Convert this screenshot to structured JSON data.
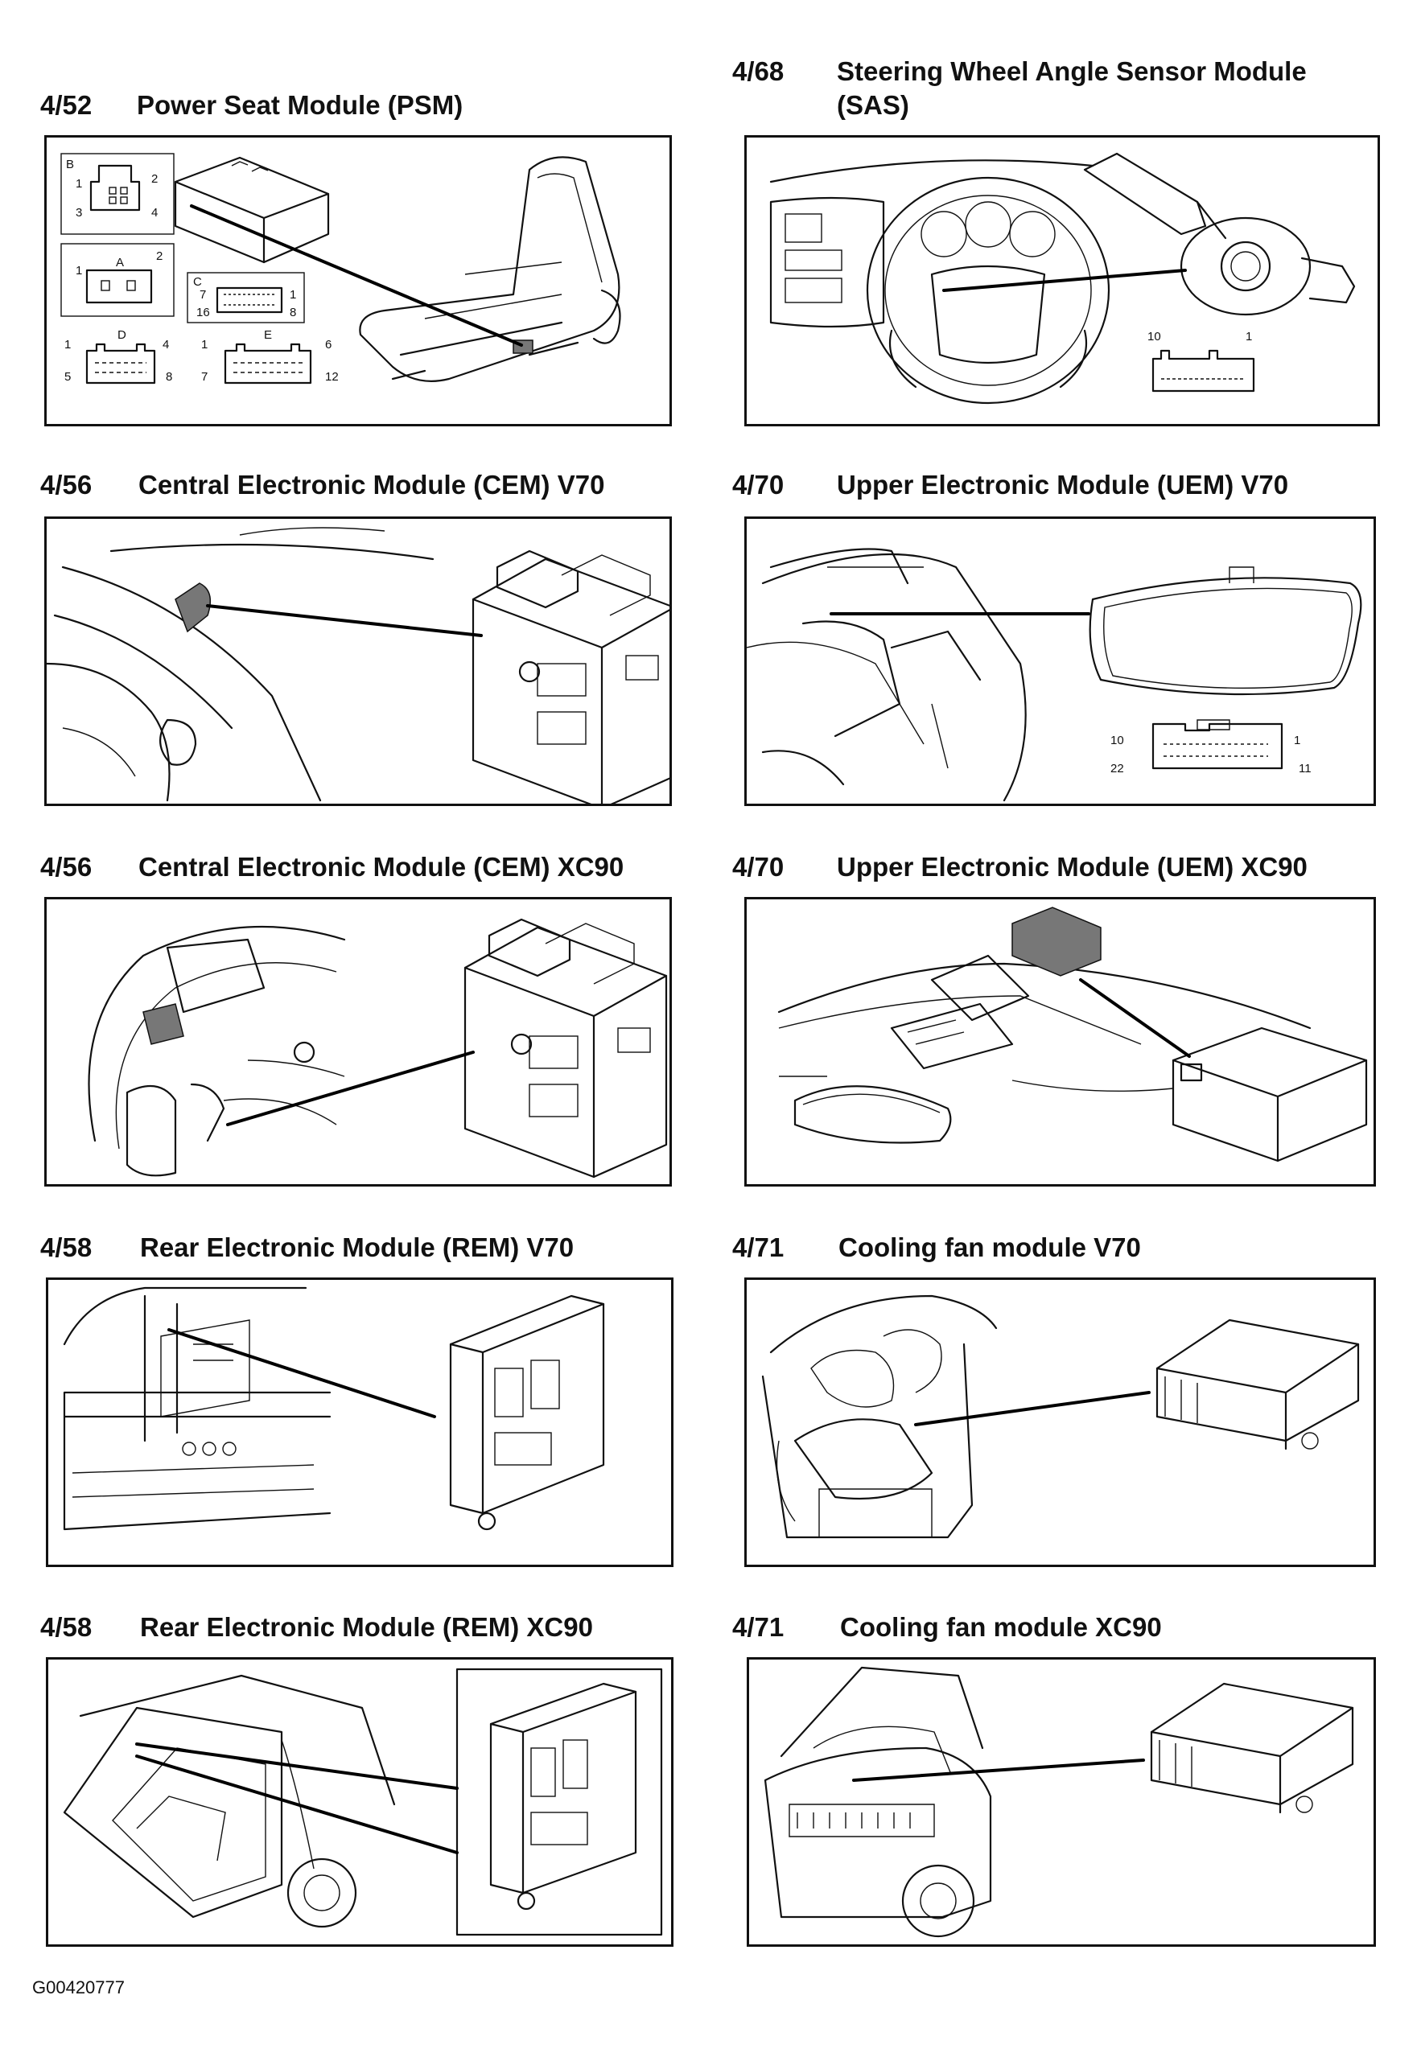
{
  "sections": [
    {
      "num": "4/52",
      "title": "Power Seat Module (PSM)",
      "title2": ""
    },
    {
      "num": "4/68",
      "title": "Steering Wheel Angle Sensor Module",
      "title2": "(SAS)"
    },
    {
      "num": "4/56",
      "title": "Central Electronic Module (CEM) V70",
      "title2": ""
    },
    {
      "num": "4/70",
      "title": "Upper Electronic Module (UEM) V70",
      "title2": ""
    },
    {
      "num": "4/56",
      "title": "Central Electronic Module (CEM) XC90",
      "title2": ""
    },
    {
      "num": "4/70",
      "title": "Upper Electronic Module (UEM) XC90",
      "title2": ""
    },
    {
      "num": "4/58",
      "title": "Rear Electronic Module (REM) V70",
      "title2": ""
    },
    {
      "num": "4/71",
      "title": "Cooling fan module V70",
      "title2": ""
    },
    {
      "num": "4/58",
      "title": "Rear Electronic Module (REM) XC90",
      "title2": ""
    },
    {
      "num": "4/71",
      "title": "Cooling fan module XC90",
      "title2": ""
    }
  ],
  "psm_connectors": {
    "B": {
      "letter": "B",
      "pins": [
        "1",
        "2",
        "3",
        "4"
      ]
    },
    "A": {
      "letter": "A",
      "pins": [
        "1",
        "2"
      ]
    },
    "C": {
      "letter": "C",
      "pins": [
        "7",
        "1",
        "16",
        "8"
      ]
    },
    "D": {
      "letter": "D",
      "pins": [
        "1",
        "4",
        "5",
        "8"
      ]
    },
    "E": {
      "letter": "E",
      "pins": [
        "1",
        "6",
        "7",
        "12"
      ]
    }
  },
  "sas_connector": {
    "pins": [
      "10",
      "1"
    ]
  },
  "uem_connector": {
    "pins": [
      "10",
      "1",
      "22",
      "11"
    ]
  },
  "reference": "G00420777"
}
